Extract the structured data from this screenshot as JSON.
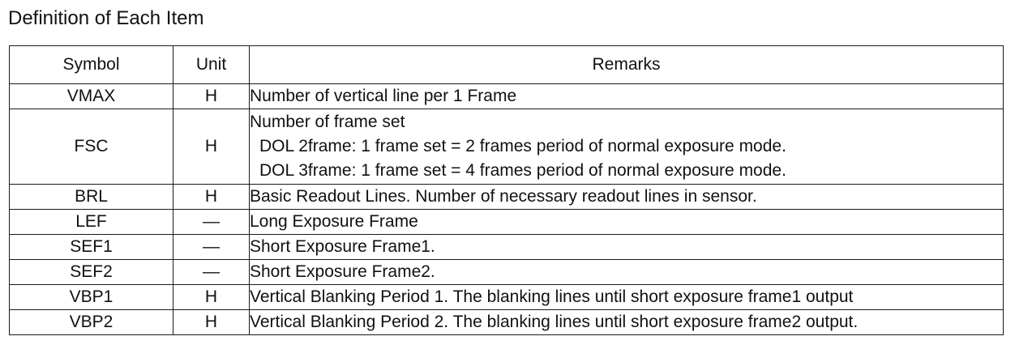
{
  "document": {
    "title": "Definition of Each Item"
  },
  "table": {
    "headers": {
      "symbol": "Symbol",
      "unit": "Unit",
      "remarks": "Remarks"
    },
    "rows": [
      {
        "symbol": "VMAX",
        "unit": "H",
        "remarks": [
          "Number of vertical line per 1 Frame"
        ]
      },
      {
        "symbol": "FSC",
        "unit": "H",
        "remarks": [
          "Number of frame set",
          "DOL 2frame: 1 frame set = 2 frames period of normal exposure mode.",
          "DOL 3frame: 1 frame set = 4 frames period of normal exposure mode."
        ]
      },
      {
        "symbol": "BRL",
        "unit": "H",
        "remarks": [
          "Basic Readout Lines. Number of necessary readout lines in sensor."
        ]
      },
      {
        "symbol": "LEF",
        "unit": "—",
        "remarks": [
          "Long Exposure Frame"
        ]
      },
      {
        "symbol": "SEF1",
        "unit": "—",
        "remarks": [
          "Short Exposure Frame1."
        ]
      },
      {
        "symbol": "SEF2",
        "unit": "—",
        "remarks": [
          "Short Exposure Frame2."
        ]
      },
      {
        "symbol": "VBP1",
        "unit": "H",
        "remarks": [
          "Vertical Blanking Period 1. The blanking lines until short exposure frame1 output"
        ]
      },
      {
        "symbol": "VBP2",
        "unit": "H",
        "remarks": [
          "Vertical Blanking Period 2. The blanking lines until short exposure frame2 output."
        ]
      }
    ]
  }
}
